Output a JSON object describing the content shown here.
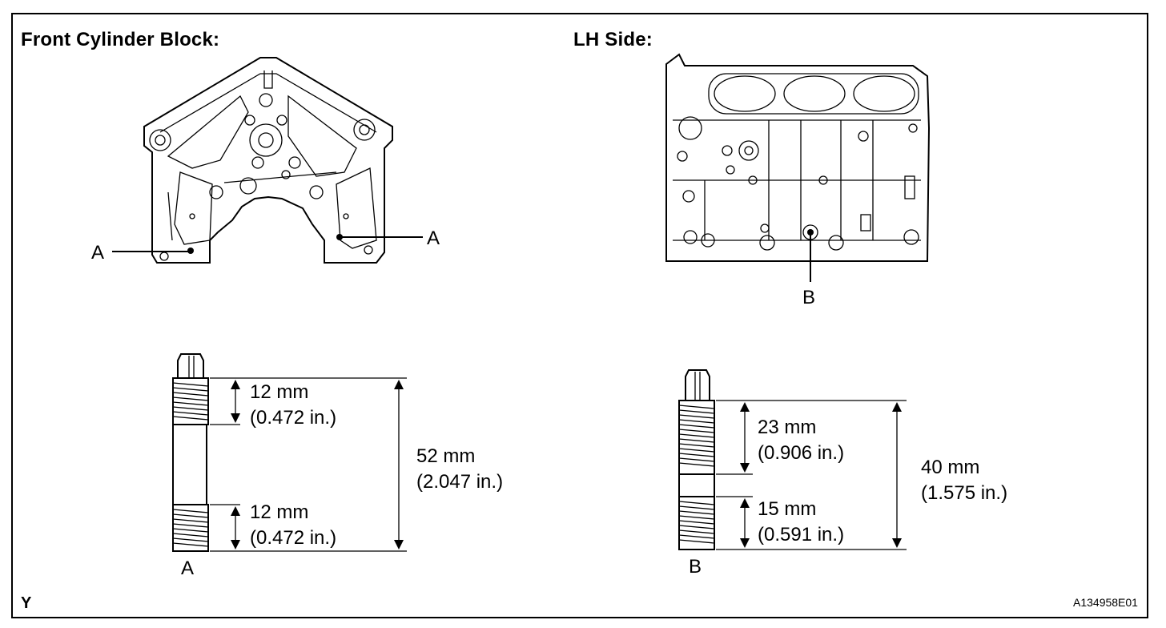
{
  "headings": {
    "front": "Front Cylinder Block:",
    "lh": "LH Side:"
  },
  "labels": {
    "a_left": "A",
    "a_right": "A",
    "b_block": "B",
    "stud_a": "A",
    "stud_b": "B"
  },
  "stud_a": {
    "top_mm": "12 mm",
    "top_in": "(0.472 in.)",
    "total_mm": "52 mm",
    "total_in": "(2.047 in.)",
    "bottom_mm": "12 mm",
    "bottom_in": "(0.472 in.)"
  },
  "stud_b": {
    "top_mm": "23 mm",
    "top_in": "(0.906 in.)",
    "bottom_mm": "15 mm",
    "bottom_in": "(0.591 in.)",
    "total_mm": "40 mm",
    "total_in": "(1.575 in.)"
  },
  "footer": {
    "corner_mark": "Y",
    "figure_code": "A134958E01"
  }
}
